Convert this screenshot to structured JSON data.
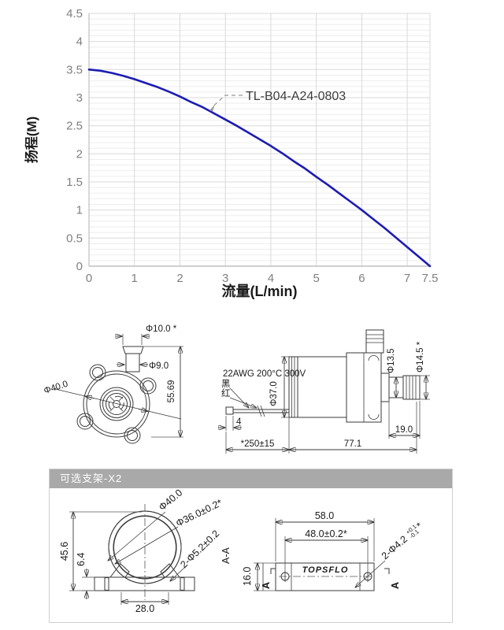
{
  "chart_data": {
    "type": "line",
    "xlabel": "流量(L/min)",
    "ylabel": "扬程(M)",
    "xlim": [
      0,
      7.5
    ],
    "ylim": [
      0,
      4.5
    ],
    "xticks": [
      0,
      1,
      2,
      3,
      4,
      5,
      6,
      7,
      7.5
    ],
    "yticks": [
      0,
      0.5,
      1,
      1.5,
      2,
      2.5,
      3,
      3.5,
      4,
      4.5
    ],
    "minor_y_step": 0.1,
    "grid": true,
    "legend_position": "none",
    "annotation": {
      "text": "TL-B04-A24-0803",
      "anchor_x": 2.65,
      "anchor_y": 2.77
    },
    "series": [
      {
        "name": "TL-B04-A24-0803",
        "x": [
          0,
          0.25,
          0.5,
          0.75,
          1,
          1.25,
          1.5,
          1.75,
          2,
          2.25,
          2.5,
          2.75,
          3,
          3.25,
          3.5,
          3.75,
          4,
          4.25,
          4.5,
          4.75,
          5,
          5.25,
          5.5,
          5.75,
          6,
          6.25,
          6.5,
          6.75,
          7,
          7.25,
          7.5
        ],
        "y": [
          3.5,
          3.48,
          3.44,
          3.39,
          3.33,
          3.26,
          3.19,
          3.11,
          3.02,
          2.92,
          2.83,
          2.72,
          2.61,
          2.5,
          2.38,
          2.26,
          2.14,
          2.01,
          1.87,
          1.74,
          1.59,
          1.45,
          1.3,
          1.15,
          1.0,
          0.84,
          0.68,
          0.51,
          0.34,
          0.17,
          0
        ]
      }
    ],
    "colors": {
      "curve": "#1c1cb4",
      "minor_grid": "#ededed",
      "major_grid": "#d9d9d9",
      "axis": "#b3b3b3",
      "tick_label": "#7f7f7f",
      "title": "#1a1a1a",
      "annotation_line": "#999999",
      "annotation_text": "#3d3d3d"
    }
  },
  "front_view": {
    "dim_outlet_od": "Φ10.0 *",
    "dim_outlet_id": "Φ9.0",
    "dim_body": "Φ40.0",
    "dim_height": "55.69"
  },
  "side_view": {
    "wire_spec": "22AWG 200°C 300V",
    "wire_black": "黑",
    "wire_red": "红",
    "dim_motor_dia": "Φ37.0",
    "dim_terminal": "4",
    "dim_cable_length": "*250±15",
    "dim_pump_length": "77.1",
    "dim_outlet_length": "19.0",
    "dim_outlet_id": "Φ13.5",
    "dim_outlet_od": "Φ14.5 *"
  },
  "bracket_panel": {
    "title": "可选支架-X2",
    "section_view": {
      "dim_height": "45.6",
      "dim_base_thickness": "6.4",
      "dim_feet_span": "28.0",
      "dim_outer": "Φ40.0",
      "dim_inner": "Φ36.0±0.2*",
      "dim_holes": "2-Φ5.2±0.2",
      "section_label": "A-A"
    },
    "top_view": {
      "dim_width": "58.0",
      "dim_hole_span": "48.0±0.2*",
      "dim_holes_main": "2-Φ4.2",
      "dim_holes_tol_top": "+0.1",
      "dim_holes_tol_bottom": "-0.1",
      "dim_holes_suffix": "*",
      "dim_depth": "16.0",
      "logo": "TOPSFLO",
      "marker_left": "A",
      "marker_right": "A"
    }
  }
}
